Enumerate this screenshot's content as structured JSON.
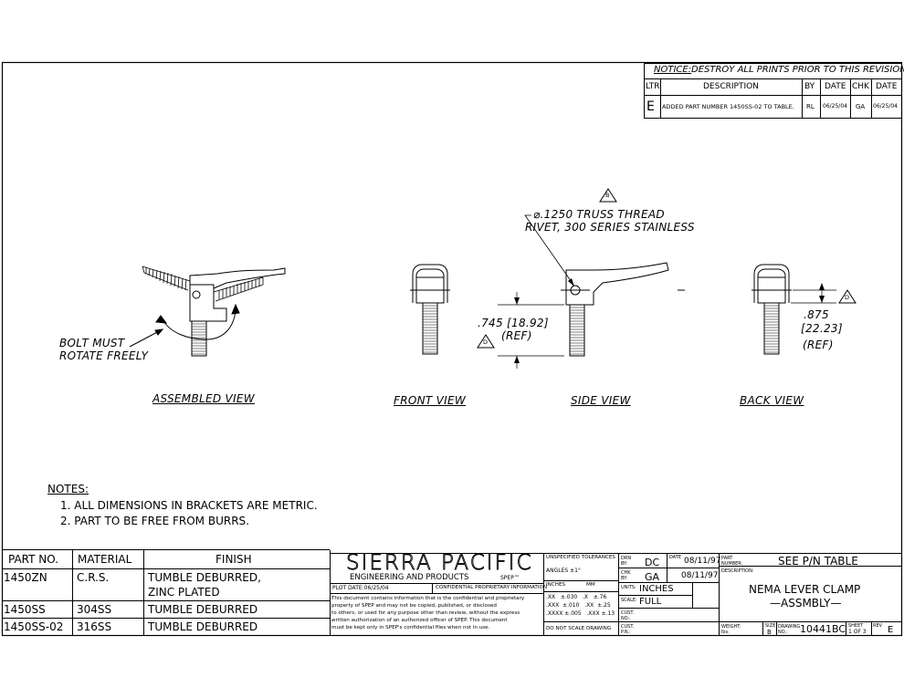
{
  "revision": {
    "notice_label": "NOTICE:",
    "notice_text": "DESTROY ALL PRINTS PRIOR TO THIS REVISION",
    "headers": [
      "LTR",
      "DESCRIPTION",
      "BY",
      "DATE",
      "CHK",
      "DATE"
    ],
    "rows": [
      {
        "ltr": "E",
        "description": "ADDED PART NUMBER 1450SS-02 TO TABLE.",
        "by": "RL",
        "date": "06/25/04",
        "chk": "GA",
        "chk_date": "06/25/04"
      }
    ]
  },
  "callout": {
    "marker": "B",
    "line1": "⌀.1250 TRUSS THREAD",
    "line2": "RIVET, 300 SERIES STAINLESS"
  },
  "dims": {
    "front": {
      "line1": ".745 [18.92]",
      "line2": "(REF)",
      "marker": "D"
    },
    "back": {
      "line1": ".875",
      "line2": "[22.23]",
      "line3": "(REF)",
      "marker": "D"
    }
  },
  "bolt_note": {
    "line1": "BOLT MUST",
    "line2": "ROTATE FREELY"
  },
  "views": {
    "assembled": "ASSEMBLED VIEW",
    "front": "FRONT VIEW",
    "side": "SIDE VIEW",
    "back": "BACK VIEW"
  },
  "notes": {
    "title": "NOTES:",
    "items": [
      "1. ALL DIMENSIONS IN BRACKETS ARE METRIC.",
      "2. PART TO BE FREE FROM BURRS."
    ]
  },
  "parts_table": {
    "headers": [
      "PART NO.",
      "MATERIAL",
      "FINISH"
    ],
    "rows": [
      {
        "part": "1450ZN",
        "material": "C.R.S.",
        "finish1": "TUMBLE DEBURRED,",
        "finish2": "ZINC PLATED"
      },
      {
        "part": "1450SS",
        "material": "304SS",
        "finish1": "TUMBLE DEBURRED",
        "finish2": ""
      },
      {
        "part": "1450SS-02",
        "material": "316SS",
        "finish1": "TUMBLE DEBURRED",
        "finish2": ""
      }
    ]
  },
  "title_block": {
    "company": "SIERRA PACIFIC",
    "subtitle": "ENGINEERING AND PRODUCTS",
    "brand": "SPEP™",
    "plot_date": "PLOT DATE:06/25/04",
    "confidential": "CONFIDENTIAL PROPRIETARY INFORMATION",
    "disclaimer": [
      "This document contains information that is the confidential and proprietary",
      "property of SPEP and may not be copied, published, or disclosed",
      "to others, or used for any purpose other than review, without the express",
      "written authorization of an authorized officer of SPEP. This document",
      "must be kept only in SPEP's confidential files when not in use."
    ],
    "tolerances": {
      "title": "UNSPECIFIED TOLERANCES",
      "angles": "ANGLES ±1°",
      "inches": "INCHES",
      "mm": "MM",
      "r1": ".XX   ±.030   .X   ±.76",
      "r2": ".XXX  ±.010   .XX  ±.25",
      "r3": ".XXXX ±.005   .XXX ±.13",
      "scale_note": "DO NOT SCALE DRAWING"
    },
    "drn_label": "DRN BY:",
    "drn": "DC",
    "date_label": "DATE",
    "date": "08/11/97",
    "chk_label": "CHK BY:",
    "chk": "GA",
    "chk_date": "08/11/97",
    "units_label": "UNITS:",
    "units": "INCHES",
    "scale_label": "SCALE:",
    "scale": "FULL",
    "cust_no_label": "CUST. NO.:",
    "cust_pn_label": "CUST. P.N.:",
    "part_number_label": "PART NUMBER:",
    "part_number": "SEE P/N TABLE",
    "description_label": "DESCRIPTION:",
    "description1": "NEMA LEVER CLAMP",
    "description2": "—ASSMBLY—",
    "weight_label": "WEIGHT: lbs.",
    "size_label": "SIZE",
    "size": "B",
    "drawing_label": "DRAWING NO.:",
    "drawing_no": "10441BC",
    "sheet_label": "SHEET",
    "sheet": "1 OF 3",
    "rev_label": "REV",
    "rev": "E"
  }
}
